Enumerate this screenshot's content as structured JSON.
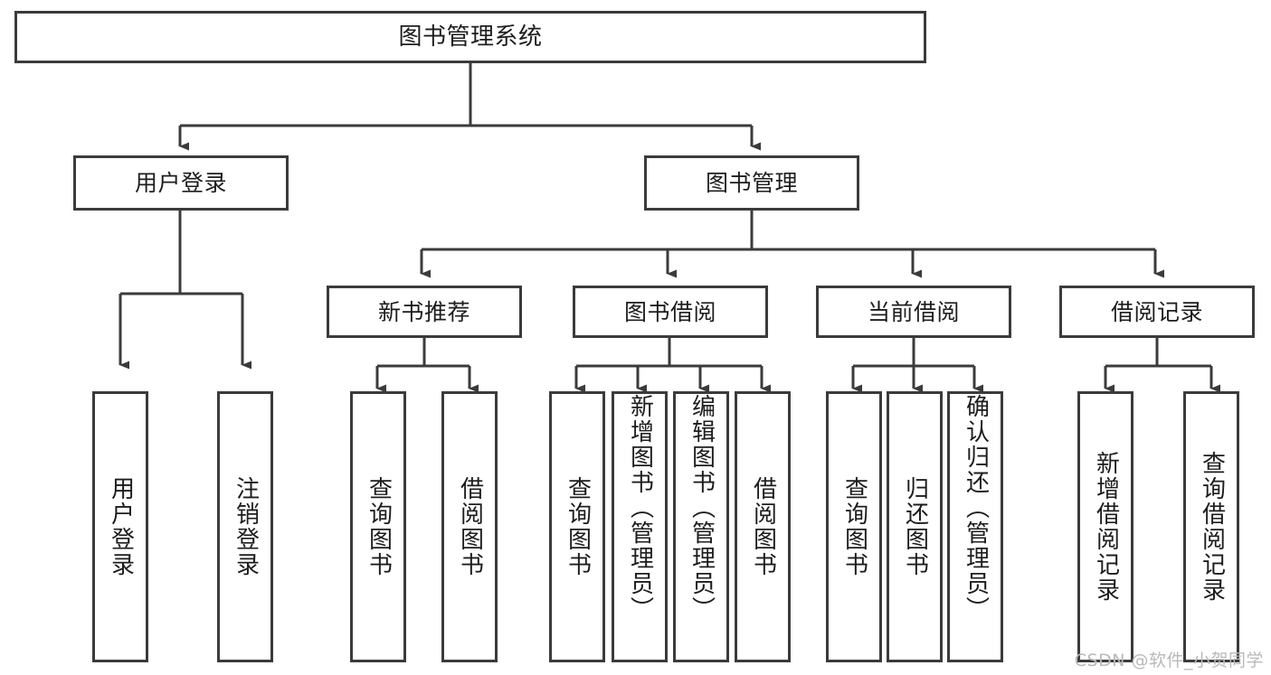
{
  "diagram": {
    "title": "图书管理系统",
    "watermark": "CSDN @软件_小贺同学",
    "colors": {
      "border": "#3b3b3b",
      "text": "#1d1d1d",
      "background": "#ffffff",
      "watermark": "#b9b9b9"
    },
    "root": {
      "label": "图书管理系统"
    },
    "level2": [
      {
        "label": "用户登录"
      },
      {
        "label": "图书管理"
      }
    ],
    "level3": [
      {
        "label": "新书推荐"
      },
      {
        "label": "图书借阅"
      },
      {
        "label": "当前借阅"
      },
      {
        "label": "借阅记录"
      }
    ],
    "leaves": {
      "user_login": [
        {
          "label": "用户登录"
        },
        {
          "label": "注销登录"
        }
      ],
      "new_book_recommend": [
        {
          "label": "查询图书"
        },
        {
          "label": "借阅图书"
        }
      ],
      "book_borrow": [
        {
          "label": "查询图书"
        },
        {
          "label": "新增图书（管理员）"
        },
        {
          "label": "编辑图书（管理员）"
        },
        {
          "label": "借阅图书"
        }
      ],
      "current_borrow": [
        {
          "label": "查询图书"
        },
        {
          "label": "归还图书"
        },
        {
          "label": "确认归还（管理员）"
        }
      ],
      "borrow_record": [
        {
          "label": "新增借阅记录"
        },
        {
          "label": "查询借阅记录"
        }
      ]
    }
  }
}
